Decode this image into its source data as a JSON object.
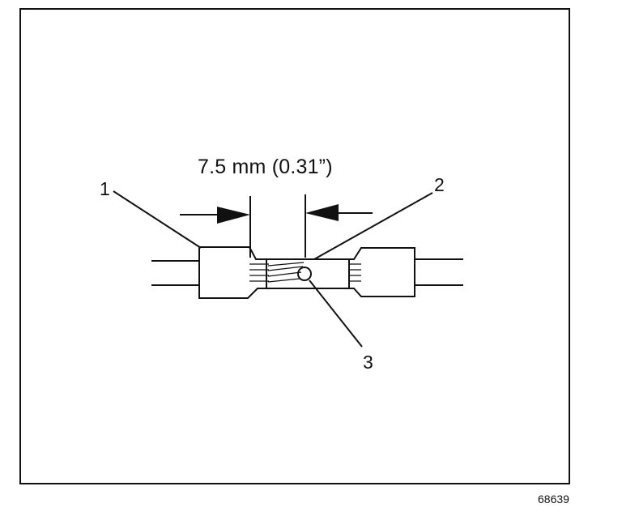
{
  "diagram": {
    "dimension_label": "7.5 mm (0.31”)",
    "callouts": {
      "one": "1",
      "two": "2",
      "three": "3"
    },
    "figure_number": "68639"
  }
}
